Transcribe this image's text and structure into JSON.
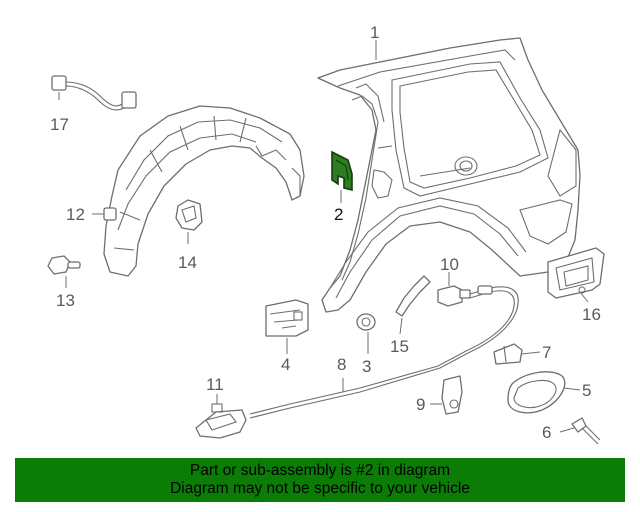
{
  "callouts": {
    "c1": "1",
    "c2": "2",
    "c3": "3",
    "c4": "4",
    "c5": "5",
    "c6": "6",
    "c7": "7",
    "c8": "8",
    "c9": "9",
    "c10": "10",
    "c11": "11",
    "c12": "12",
    "c13": "13",
    "c14": "14",
    "c15": "15",
    "c16": "16",
    "c17": "17"
  },
  "highlight_color": "#2e7d1f",
  "banner": {
    "line1": "Part or sub-assembly is #2 in diagram",
    "line2": "Diagram may not be specific to your vehicle",
    "color": "#0b7d07"
  }
}
